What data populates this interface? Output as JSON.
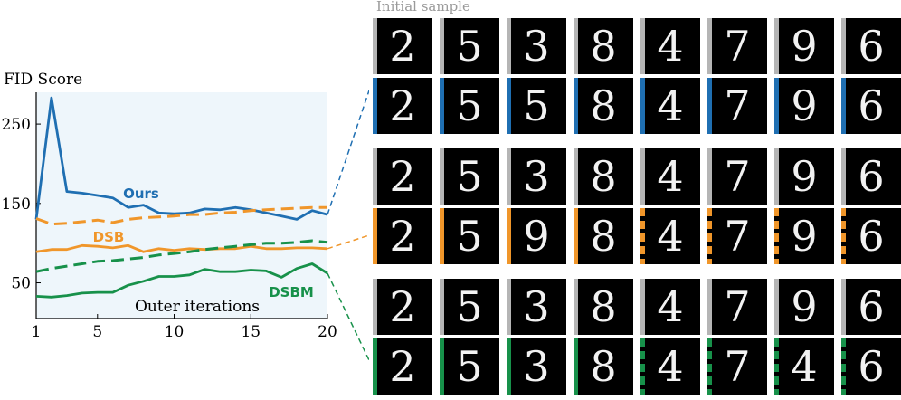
{
  "chart_data": {
    "type": "line",
    "ylabel": "FID Score",
    "xlabel": "Outer iterations",
    "xticks": [
      1,
      5,
      10,
      15,
      20
    ],
    "yticks": [
      50,
      150,
      250
    ],
    "xlim": [
      1,
      20
    ],
    "ylim": [
      5,
      290
    ],
    "x": [
      1,
      2,
      3,
      4,
      5,
      6,
      7,
      8,
      9,
      10,
      11,
      12,
      13,
      14,
      15,
      16,
      17,
      18,
      19,
      20
    ],
    "series": [
      {
        "name": "Ours",
        "color": "#1f6fb2",
        "dashed": false,
        "values": [
          130,
          283,
          165,
          163,
          160,
          157,
          145,
          148,
          138,
          137,
          138,
          143,
          142,
          145,
          142,
          138,
          134,
          130,
          141,
          136
        ]
      },
      {
        "name": "",
        "color": "#f0962a",
        "dashed": true,
        "values": [
          131,
          124,
          125,
          127,
          129,
          126,
          130,
          132,
          133,
          134,
          136,
          136,
          138,
          139,
          141,
          142,
          143,
          144,
          145,
          145
        ]
      },
      {
        "name": "DSB",
        "color": "#f0962a",
        "dashed": false,
        "values": [
          89,
          92,
          92,
          97,
          96,
          94,
          97,
          89,
          93,
          91,
          93,
          92,
          93,
          93,
          96,
          93,
          93,
          94,
          94,
          93
        ]
      },
      {
        "name": "",
        "color": "#17914a",
        "dashed": true,
        "values": [
          64,
          68,
          71,
          74,
          77,
          78,
          80,
          82,
          85,
          87,
          89,
          92,
          94,
          96,
          98,
          100,
          100,
          101,
          103,
          101
        ]
      },
      {
        "name": "DSBM",
        "color": "#17914a",
        "dashed": false,
        "values": [
          33,
          32,
          34,
          37,
          38,
          38,
          47,
          52,
          58,
          58,
          60,
          67,
          64,
          64,
          66,
          65,
          57,
          68,
          74,
          62
        ]
      }
    ]
  },
  "grid": {
    "title": "Initial sample",
    "initial_row": [
      "2",
      "5",
      "3",
      "8",
      "4",
      "7",
      "9",
      "6"
    ],
    "blocks": [
      {
        "color": "#1f6fb2",
        "top": [
          "2",
          "5",
          "3",
          "8",
          "4",
          "7",
          "9",
          "6"
        ],
        "bottom": [
          "2",
          "5",
          "5",
          "8",
          "4",
          "7",
          "9",
          "6"
        ],
        "bottom_dashed": [
          false,
          false,
          false,
          false,
          false,
          false,
          false,
          false
        ]
      },
      {
        "color": "#f0962a",
        "top": [
          "2",
          "5",
          "3",
          "8",
          "4",
          "7",
          "9",
          "6"
        ],
        "bottom": [
          "2",
          "5",
          "9",
          "8",
          "4",
          "7",
          "9",
          "6"
        ],
        "bottom_dashed": [
          false,
          false,
          false,
          false,
          true,
          true,
          true,
          true
        ]
      },
      {
        "color": "#17914a",
        "top": [
          "2",
          "5",
          "3",
          "8",
          "4",
          "7",
          "9",
          "6"
        ],
        "bottom": [
          "2",
          "5",
          "3",
          "8",
          "4",
          "7",
          "4",
          "6"
        ],
        "bottom_dashed": [
          false,
          false,
          false,
          false,
          true,
          true,
          true,
          true
        ]
      }
    ]
  }
}
